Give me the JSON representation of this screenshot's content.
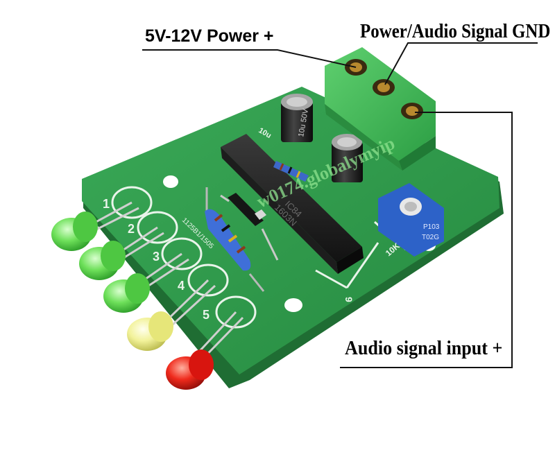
{
  "callouts": {
    "power_plus": "5V-12V Power +",
    "gnd": "Power/Audio Signal GND",
    "audio_in": "Audio signal input +"
  },
  "pcb_marks": {
    "led_numbers": [
      "1",
      "2",
      "3",
      "4",
      "5"
    ],
    "capacitor_label": "10u",
    "pot_label": "10K",
    "pot_code": "P103",
    "pot_code2": "T02G",
    "pin_label": "9",
    "date_code": "1125B1/1505",
    "watermark": "w0174.globalymyip"
  },
  "colors": {
    "pcb": "#2f9a4a",
    "pcb_silk": "#e9f4ea",
    "terminal": "#3dbb55",
    "ic": "#1a1a1a",
    "pot": "#2d62c8",
    "led_green": "#5fdc4f",
    "led_yellow": "#f2f28a",
    "led_red": "#e8201a"
  }
}
